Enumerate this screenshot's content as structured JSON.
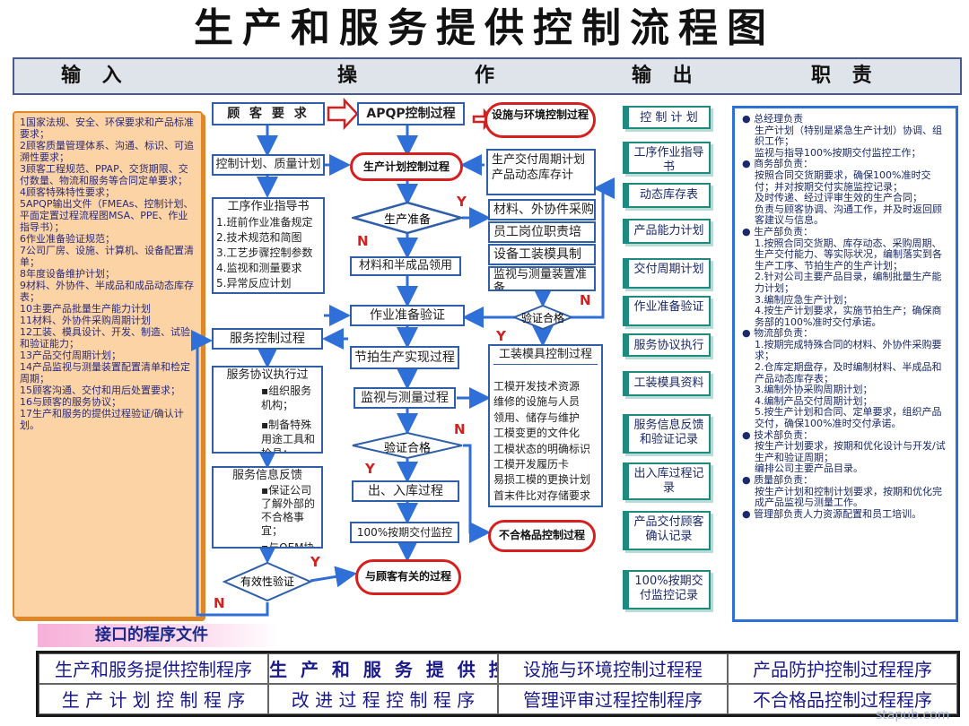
{
  "title": "生产和服务提供控制流程图",
  "header": {
    "input": "输 入",
    "operation": "操 作",
    "output": "输 出",
    "responsibility": "职 责"
  },
  "left_panel": [
    "1国家法规、安全、环保要求和产品标准要求；",
    "2顾客质量管理体系、沟通、标识、可追溯性要求；",
    "3顾客工程规范、PPAP、交货期限、交付数量、物流和服务等合同定单要求；",
    "4顾客特殊特性要求；",
    "5APQP输出文件（FMEAs、控制计划、平面定置过程流程图MSA、PPE、作业指导书）；",
    "6作业准备验证规范；",
    "7公司厂房、设施、计算机、设备配置清单；",
    "8年度设备维护计划；",
    "9材料、外协件、半成品和成品动态库存表；",
    "10主要产品批量生产能力计划",
    "11材料、外协件采购周期计划",
    "12工装、模具设计、开发、制造、试验和验证能力；",
    "13产品交付周期计划；",
    "14产品监视与测量装置配置清单和检定周期；",
    "15顾客沟通、交付和用后处置要求；",
    "16与顾客的服务协议；",
    "17生产和服务的提供过程验证/确认计划。"
  ],
  "flow": {
    "customer_req": "顾 客 要 求",
    "apqp": "APQP控制过程",
    "facility_env": "设施与环境控制过程",
    "control_plan": "控制计划、质量计划",
    "prod_plan_ctrl": "生产计划控制过程",
    "delivery_plan": "生产交付周期计划",
    "inventory": "产品动态库存计",
    "work_instr_title": "工序作业指导书",
    "work_instr_items": [
      "1.班前作业准备规定",
      "2.技术规范和简图",
      "3.工艺步骤控制参数",
      "4.监视和测量要求",
      "5.异常反应计划"
    ],
    "prod_prep": "生产准备",
    "materials_ready": "材料、外协件采购",
    "staff_ready": "员工岗位职责培",
    "equip_ready": "设备工装模具制",
    "measure_ready": "监视与测量装置准备",
    "material_pick": "材料和半成品领用",
    "job_prep_verify": "作业准备验证",
    "verify_ok_1": "验证合格",
    "service_ctrl": "服务控制过程",
    "service_agreement": "服务协议执行过",
    "service_items": [
      "▪组织服务机构；",
      "▪制备特殊用途工具和检具；"
    ],
    "service_feedback": "服务信息反馈",
    "feedback_items": [
      "▪保证公司了解外部的不合格事宜；",
      "▪与OEM协议处理"
    ],
    "effective": "有效性验证",
    "takt_prod": "节拍生产实现过程",
    "monitor_measure": "监视与测量过程",
    "verify_ok_2": "验证合格",
    "in_out_store": "出、入库过程",
    "on_time_monitor": "100%按期交付监控",
    "customer_related": "与顾客有关的过程",
    "nonconform_ctrl": "不合格品控制过程",
    "tooling_ctrl": "工装模具控制过程",
    "tooling_items": [
      "工模开发技术资源",
      "维修的设施与人员",
      "领用、储存与维护",
      "工模变更的文件化",
      "工模状态的明确标识",
      "工模开发履历卡",
      "易损工模的更换计划",
      "首末件比对存储要求"
    ],
    "y": "Y",
    "n": "N"
  },
  "outputs": [
    "控 制 计 划",
    "工序作业指导书",
    "动态库存表",
    "产品能力计划",
    "交付周期计划",
    "作业准备验证",
    "服务协议执行",
    "工装模具资料",
    "服务信息反馈和验证记录",
    "出入库过程记录",
    "产品交付顾客确认记录",
    "100%按期交付监控记录"
  ],
  "responsibilities": [
    "● 总经理负责",
    "生产计划（特别是紧急生产计划）协调、组织工作；",
    "监视与指导100%按期交付监控工作；",
    "● 商务部负责：",
    "按照合同交货期要求，确保100%准时交付；并对按期交付实施监控记录；",
    "及时传递、经过评审生效的生产合同；",
    "负责与顾客协调、沟通工作，并及时返回顾客建议与信息。",
    "● 生产部负责：",
    "1.按照合同交货期、库存动态、采购周期、生产交付能力、等实际状况，编制落实到各生产工序、节拍生产的生产计划；",
    "2.针对公司主要产品目录，编制批量生产能力计划；",
    "3.编制应急生产计划；",
    "4.按生产计划要求，实施节拍生产；确保商务部的100%准时交付承诺。",
    "● 物流部负责：",
    "1.按期完成特殊合同的材料、外协件采购要求；",
    "2.仓库定期盘存，及时编制材料、半成品和产品动态库存表；",
    "3.编制外协采购周期计划；",
    "4.编制产品交付周期计划；",
    "5.按生产计划和合同、定单要求，组织产品交付，确保100%准时交付承诺。",
    "● 技术部负责：",
    "按生产计划要求，按期和优化设计与开发/试生产和验证周期；",
    "编排公司主要产品目录。",
    "● 质量部负责：",
    "按生产计划和控制计划要求，按期和优化完成产品监视与测量工作。",
    "● 管理部负责人力资源配置和员工培训。"
  ],
  "interface": {
    "label": "接口的程序文件",
    "cells": [
      "生产和服务提供控制程序",
      "生 产 和 服 务 提 供 控",
      "设施与环境控制过程程",
      "产品防护控制过程程序",
      "生 产 计 划 控 制 程 序",
      "改 进 过 程 控 制 程 序",
      "管理评审过程控制程序",
      "不合格品控制过程程序"
    ]
  },
  "watermark": "stapub.com",
  "colors": {
    "flow_border": "#2f5fa8",
    "oval_border": "#d62020",
    "input_fill": "#fcd3a5",
    "output_border": "#1f8a80",
    "resp_border": "#2f6fd8"
  }
}
